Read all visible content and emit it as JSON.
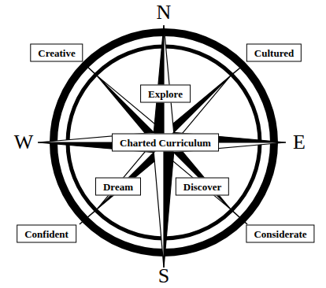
{
  "diagram": {
    "nodes": [
      {
        "text": [
          "Creative"
        ]
      },
      {
        "text": [
          "Cultured"
        ]
      },
      {
        "text": [
          "Explore"
        ]
      },
      {
        "text": [
          "Charted Curriculum"
        ]
      },
      {
        "text": [
          "Dream"
        ]
      },
      {
        "text": [
          "Discover"
        ]
      },
      {
        "text": [
          "Confident"
        ]
      },
      {
        "text": [
          "Considerate"
        ]
      }
    ],
    "labels": [
      "N",
      "W",
      "E",
      "S"
    ]
  }
}
